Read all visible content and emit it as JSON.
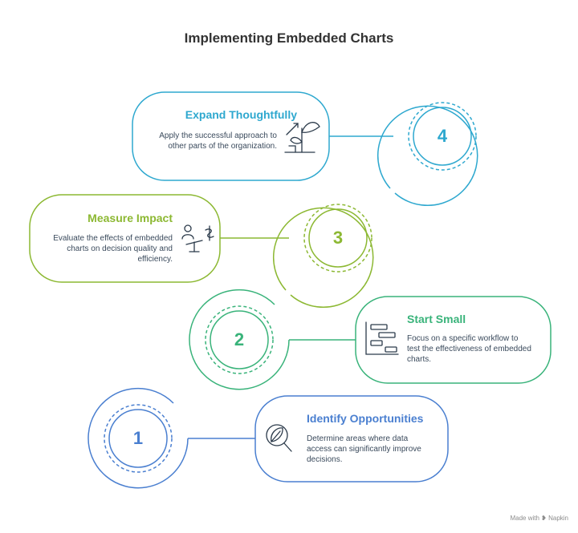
{
  "title": "Implementing Embedded Charts",
  "steps": [
    {
      "number": "1",
      "title": "Identify Opportunities",
      "description": "Determine areas where data access can significantly improve decisions.",
      "color": "#4a7fd0",
      "icon": "magnifier-leaf-icon"
    },
    {
      "number": "2",
      "title": "Start Small",
      "description": "Focus on a specific workflow to test the effectiveness of embedded charts.",
      "color": "#39b37a",
      "icon": "gantt-chart-icon"
    },
    {
      "number": "3",
      "title": "Measure Impact",
      "description": "Evaluate the effects of embedded charts on decision quality and efficiency.",
      "color": "#8cb832",
      "icon": "person-scale-dollar-icon"
    },
    {
      "number": "4",
      "title": "Expand Thoughtfully",
      "description": "Apply the successful approach to other parts of the organization.",
      "color": "#2ea8cf",
      "icon": "growing-plant-icon"
    }
  ],
  "footer": "Made with ❥ Napkin"
}
